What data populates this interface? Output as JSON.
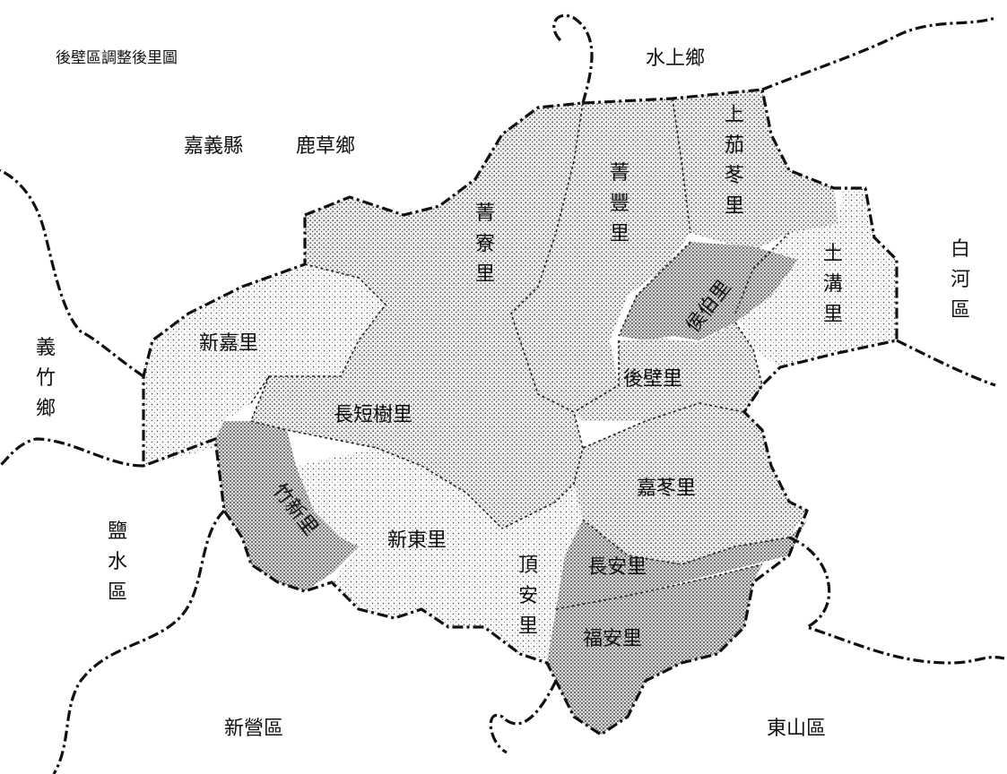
{
  "map": {
    "title": "後壁區調整後里圖",
    "neighbors": [
      {
        "name": "水上鄉"
      },
      {
        "name": "嘉義縣"
      },
      {
        "name": "鹿草鄉"
      },
      {
        "name": "義竹鄉"
      },
      {
        "name": "白河區"
      },
      {
        "name": "鹽水區"
      },
      {
        "name": "新營區"
      },
      {
        "name": "東山區"
      }
    ],
    "villages": [
      {
        "name": "菁寮里"
      },
      {
        "name": "菁豐里"
      },
      {
        "name": "上茄苳里"
      },
      {
        "name": "土溝里"
      },
      {
        "name": "侯伯里"
      },
      {
        "name": "新嘉里"
      },
      {
        "name": "長短樹里"
      },
      {
        "name": "後壁里"
      },
      {
        "name": "竹新里"
      },
      {
        "name": "新東里"
      },
      {
        "name": "嘉苳里"
      },
      {
        "name": "頂安里"
      },
      {
        "name": "長安里"
      },
      {
        "name": "福安里"
      }
    ],
    "colors": {
      "ink": "#111111",
      "light_fill": "#ececec",
      "mid_fill": "#d9d9d9",
      "dark_fill": "#bdbdbd"
    }
  }
}
